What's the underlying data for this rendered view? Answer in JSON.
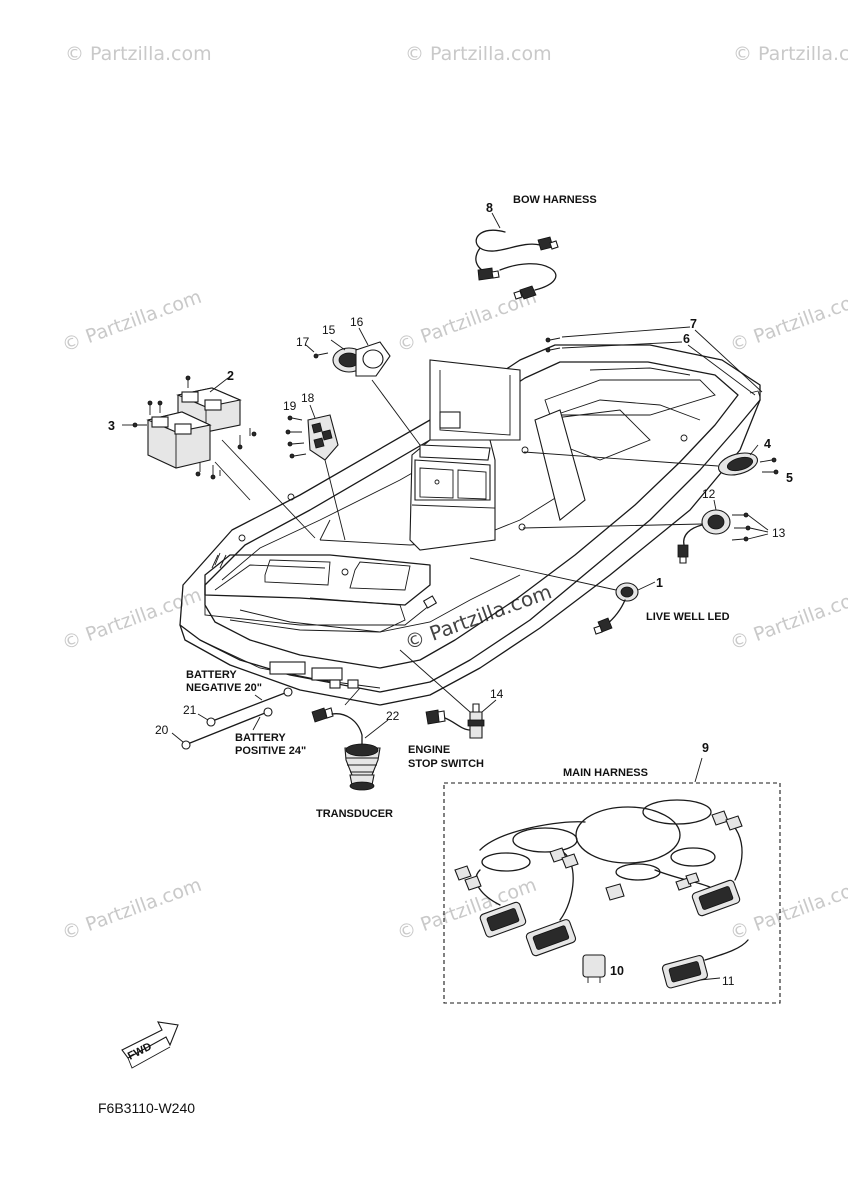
{
  "watermark": "© Partzilla.com",
  "center_watermark": "© Partzilla.com",
  "diagram_code": "F6B3110-W240",
  "labels": {
    "bow_harness": "BOW HARNESS",
    "main_harness": "MAIN HARNESS",
    "live_well_led": "LIVE WELL LED",
    "battery_negative_l1": "BATTERY",
    "battery_negative_l2": "NEGATIVE 20\"",
    "battery_positive_l1": "BATTERY",
    "battery_positive_l2": "POSITIVE 24\"",
    "engine_stop_l1": "ENGINE",
    "engine_stop_l2": "STOP SWITCH",
    "transducer": "TRANSDUCER",
    "fwd": "FWD"
  },
  "callouts": {
    "n1": "1",
    "n2": "2",
    "n3": "3",
    "n4": "4",
    "n5": "5",
    "n6": "6",
    "n7": "7",
    "n8": "8",
    "n9": "9",
    "n10": "10",
    "n11": "11",
    "n12": "12",
    "n13": "13",
    "n14": "14",
    "n15": "15",
    "n16": "16",
    "n17": "17",
    "n18": "18",
    "n19": "19",
    "n20": "20",
    "n21": "21",
    "n22": "22"
  }
}
